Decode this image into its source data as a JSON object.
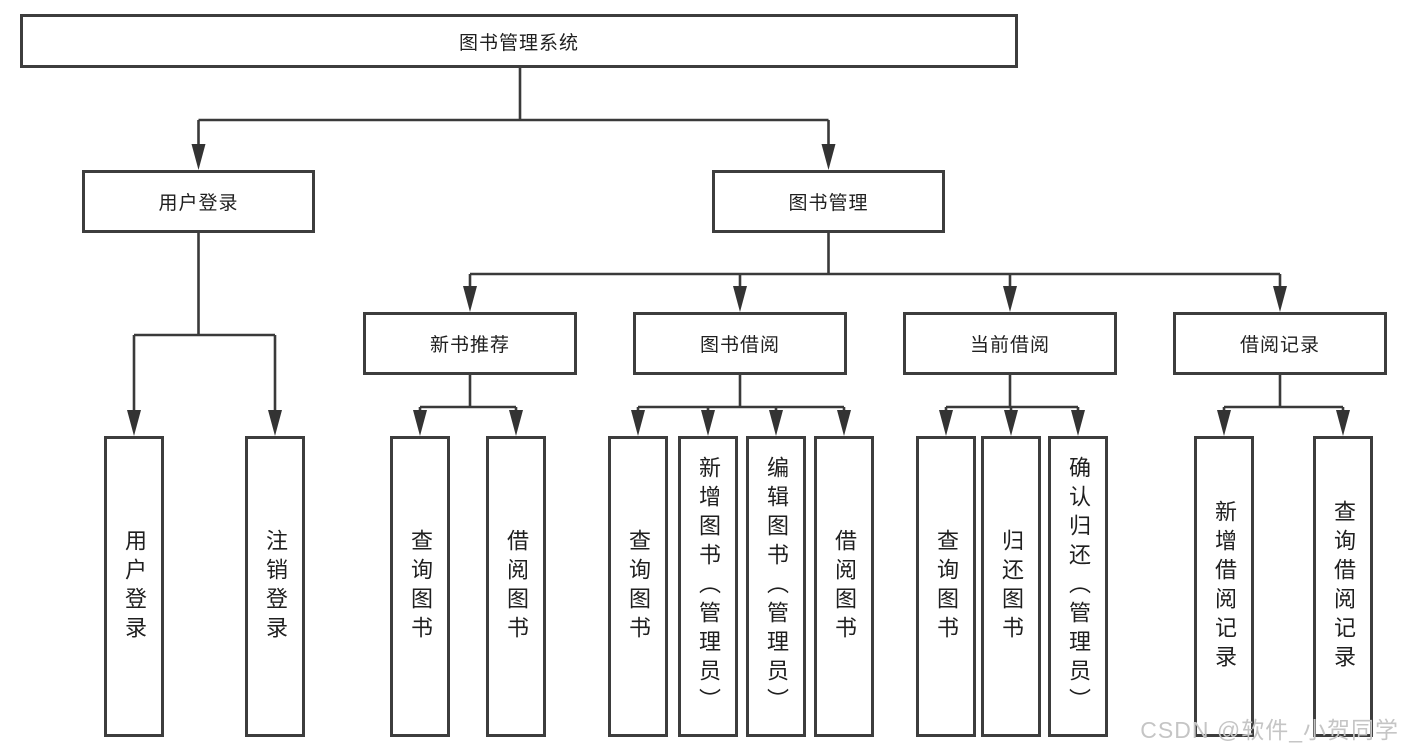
{
  "diagram_title": "图书管理系统",
  "tree": {
    "label": "图书管理系统",
    "children": [
      {
        "label": "用户登录",
        "children": [
          {
            "label": "用户登录"
          },
          {
            "label": "注销登录"
          }
        ]
      },
      {
        "label": "图书管理",
        "children": [
          {
            "label": "新书推荐",
            "children": [
              {
                "label": "查询图书"
              },
              {
                "label": "借阅图书"
              }
            ]
          },
          {
            "label": "图书借阅",
            "children": [
              {
                "label": "查询图书"
              },
              {
                "label": "新增图书（管理员）"
              },
              {
                "label": "编辑图书（管理员）"
              },
              {
                "label": "借阅图书"
              }
            ]
          },
          {
            "label": "当前借阅",
            "children": [
              {
                "label": "查询图书"
              },
              {
                "label": "归还图书"
              },
              {
                "label": "确认归还（管理员）"
              }
            ]
          },
          {
            "label": "借阅记录",
            "children": [
              {
                "label": "新增借阅记录"
              },
              {
                "label": "查询借阅记录"
              }
            ]
          }
        ]
      }
    ]
  },
  "watermark": {
    "text": "CSDN @软件_小贺同学"
  },
  "colors": {
    "line": "#3a3a3a",
    "border": "#3d3d3d",
    "text": "#1f1f1f",
    "watermark": "#c5c5c5",
    "background": "#ffffff"
  }
}
